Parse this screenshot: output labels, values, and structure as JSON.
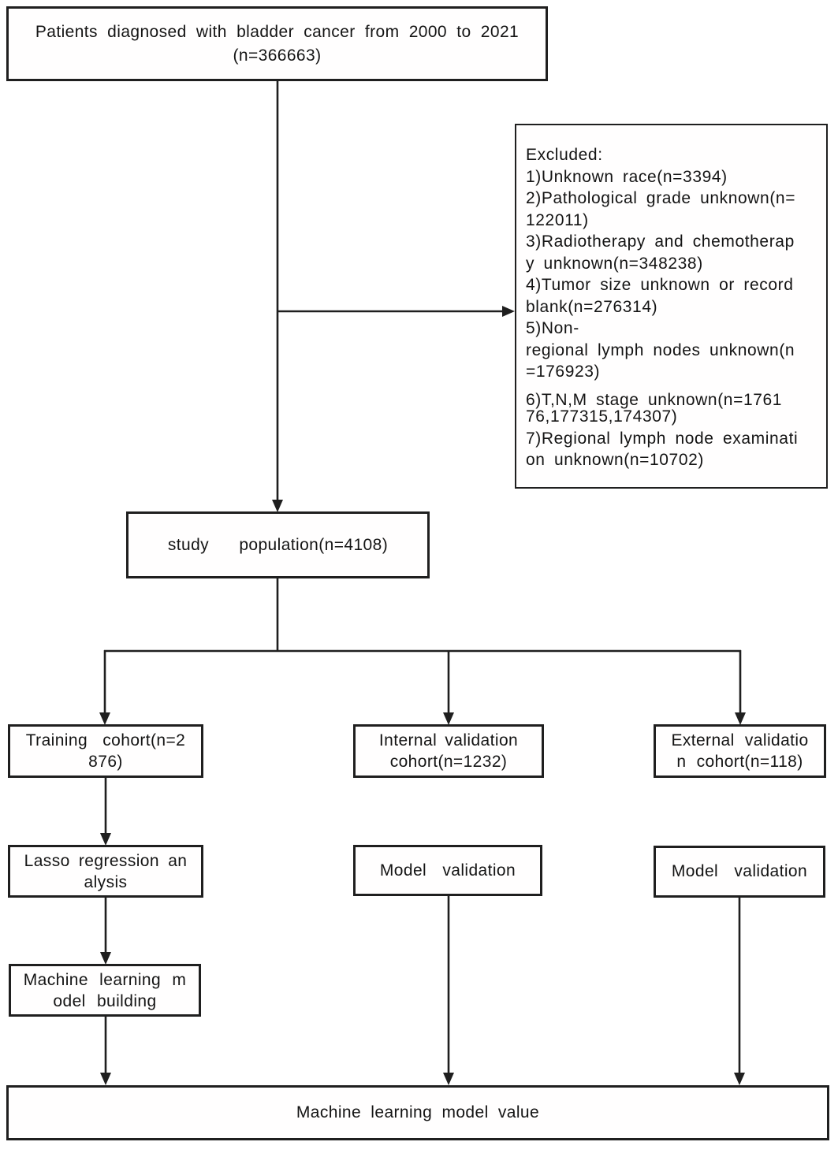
{
  "figure": {
    "title": "Study selection flowchart",
    "background_color": "#ffffff",
    "line_color": "#1f1f1f",
    "text_color": "#141414"
  },
  "nodes": {
    "patients": {
      "lines": [
        "Patients diagnosed with bladder cancer from 2000 to 2021",
        "(n=366663)"
      ]
    },
    "excluded": {
      "lines": [
        "Excluded:",
        "1)Unknown race(n=3394)",
        "2)Pathological grade unknown(n=",
        "122011)",
        "3)Radiotherapy and chemotherap",
        "y unknown(n=348238)",
        "4)Tumor size unknown or record",
        "blank(n=276314)",
        "5)Non-",
        "regional lymph nodes unknown(n",
        "=176923)",
        "6)T,N,M stage unknown(n=1761",
        "76,177315,174307)",
        "7)Regional lymph node examinati",
        "on unknown(n=10702)"
      ]
    },
    "study_population": {
      "lines": [
        "study population(n=4108)"
      ]
    },
    "training_cohort": {
      "lines": [
        "Training cohort(n=2",
        "876)"
      ]
    },
    "internal_validation_cohort": {
      "lines": [
        "Internal validation",
        "cohort(n=1232)"
      ]
    },
    "external_validation_cohort": {
      "lines": [
        "External validatio",
        "n cohort(n=118)"
      ]
    },
    "lasso_regression": {
      "lines": [
        "Lasso regression an",
        "alysis"
      ]
    },
    "model_validation_internal": {
      "lines": [
        "Model validation"
      ]
    },
    "model_validation_external": {
      "lines": [
        "Model validation"
      ]
    },
    "ml_model_building": {
      "lines": [
        "Machine learning m",
        "odel building"
      ]
    },
    "ml_model_value": {
      "lines": [
        "Machine learning model value"
      ]
    }
  }
}
